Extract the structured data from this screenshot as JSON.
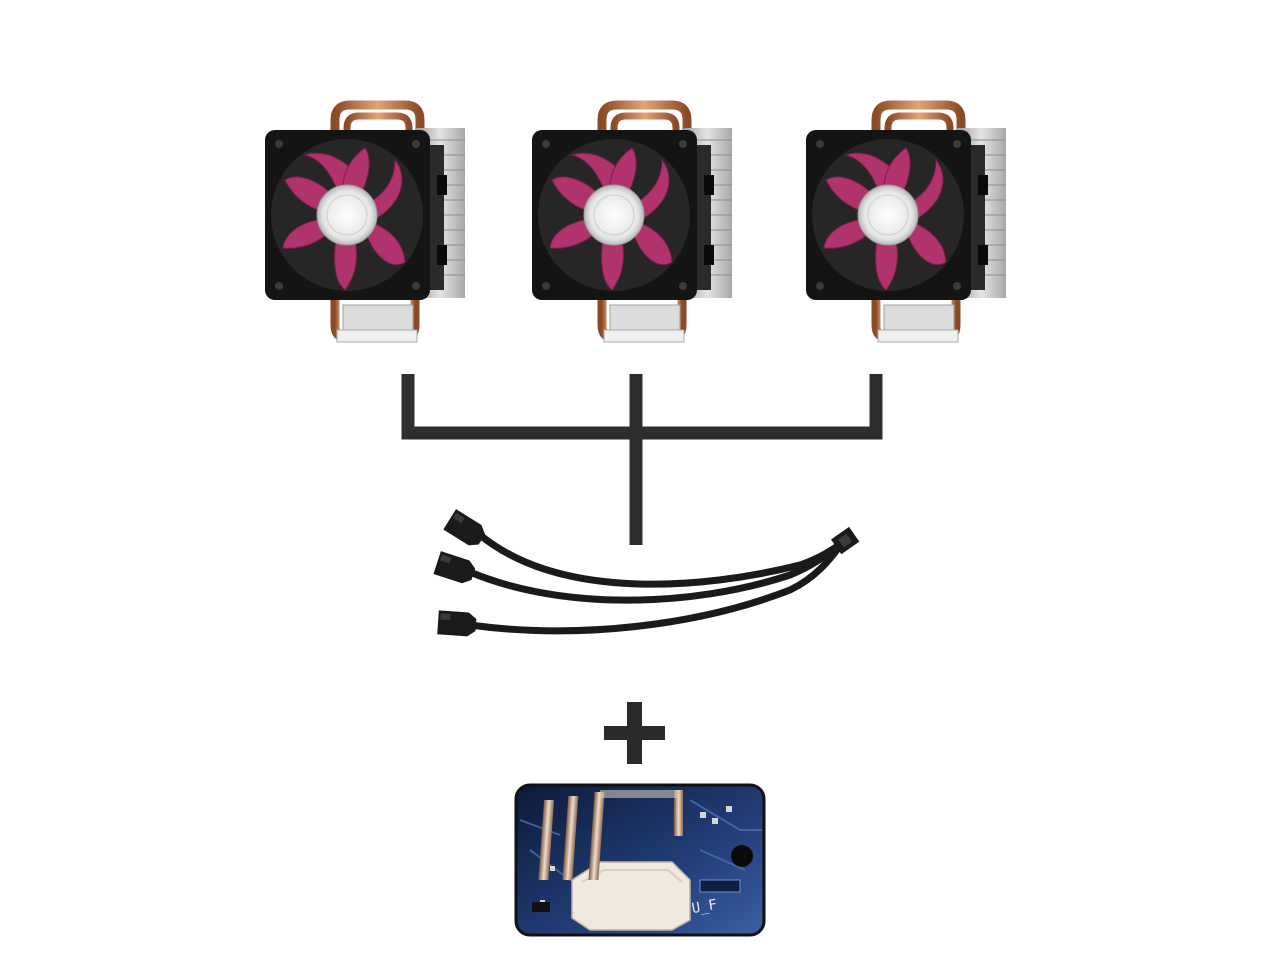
{
  "diagram": {
    "coolers": [
      {
        "id": "cooler-1"
      },
      {
        "id": "cooler-2"
      },
      {
        "id": "cooler-3"
      }
    ],
    "splitter_cable": {
      "female_connectors": 3,
      "male_connectors": 1
    },
    "plus_symbol": "+",
    "header_photo": {
      "pcb_text": "CPU_F"
    },
    "colors": {
      "fan_blade": "#b0336e",
      "fan_frame": "#141414",
      "heatpipe": "#c98a5a",
      "heatsink": "#c8c8c8",
      "connector_lines": "#2e2e2e",
      "cable": "#1a1a1a",
      "pcb": "#1b2f5c",
      "header_plastic": "#efe9df"
    }
  }
}
